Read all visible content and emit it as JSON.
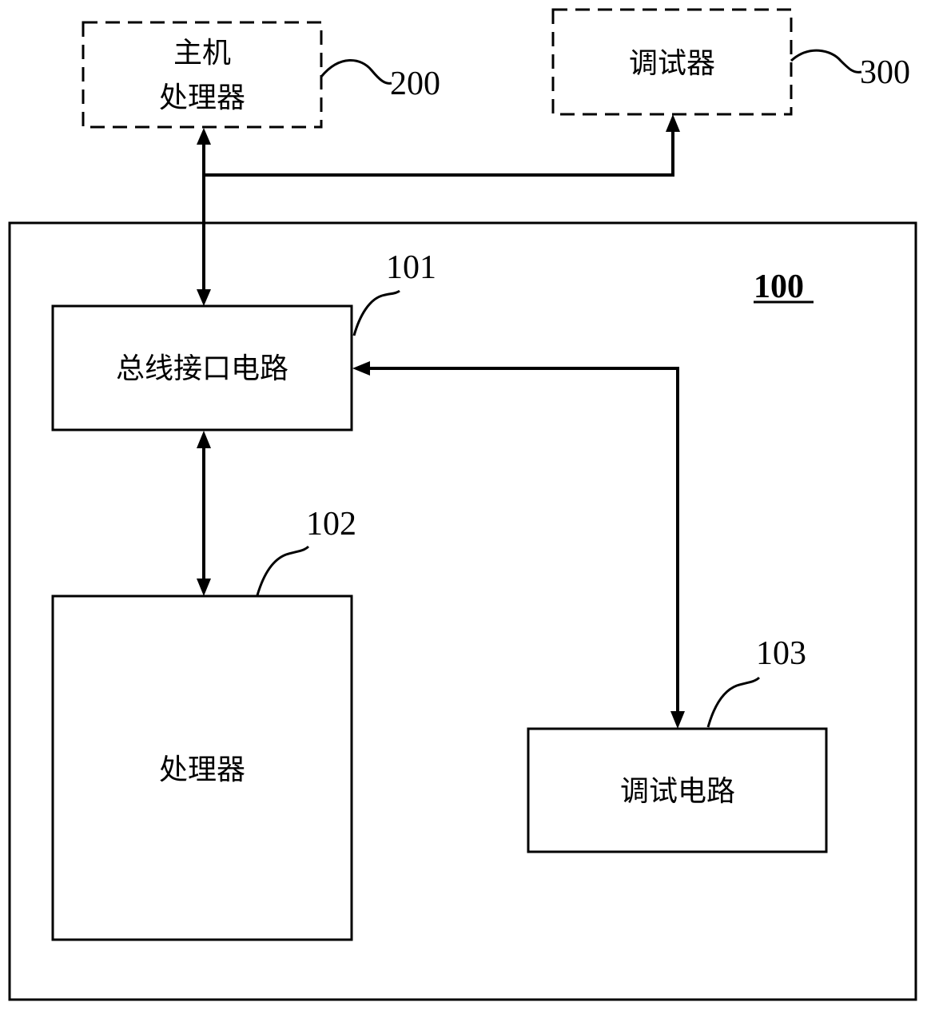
{
  "blocks": {
    "host_processor": {
      "line1": "主机",
      "line2": "处理器",
      "ref": "200"
    },
    "debugger": {
      "label": "调试器",
      "ref": "300"
    },
    "chip": {
      "ref": "100"
    },
    "bus_interface": {
      "label": "总线接口电路",
      "ref": "101"
    },
    "processor": {
      "label": "处理器",
      "ref": "102"
    },
    "debug_circuit": {
      "label": "调试电路",
      "ref": "103"
    }
  }
}
